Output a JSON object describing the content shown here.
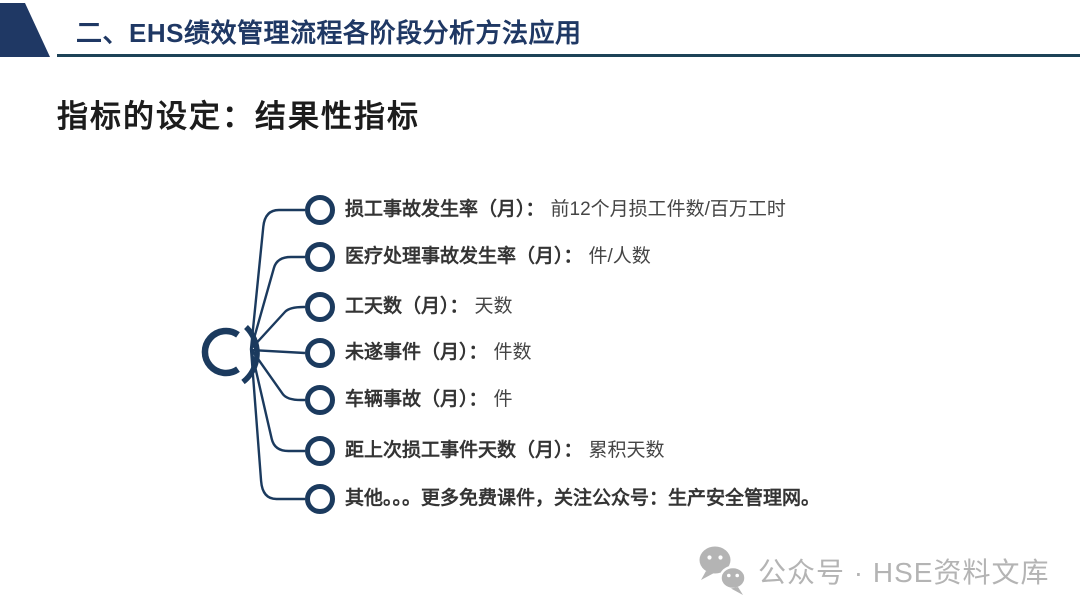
{
  "header": {
    "title": "二、EHS绩效管理流程各阶段分析方法应用"
  },
  "subtitle": "指标的设定：结果性指标",
  "diagram": {
    "hub_icon": "cycle-arcs-icon",
    "bullet_icon": "ring-circle-icon",
    "items": [
      {
        "label": "损工事故发生率（月）：",
        "value": "前12个月损工件数/百万工时"
      },
      {
        "label": "医疗处理事故发生率（月）：",
        "value": "件/人数"
      },
      {
        "label": "工天数（月）：",
        "value": "天数"
      },
      {
        "label": "未遂事件（月）：",
        "value": "件数"
      },
      {
        "label": "车辆事故（月）：",
        "value": "件"
      },
      {
        "label": "距上次损工事件天数（月）：",
        "value": "累积天数"
      },
      {
        "label": "其他。。。更多免费课件，关注公众号：生产安全管理网。",
        "value": ""
      }
    ]
  },
  "watermark": {
    "icon": "wechat-icon",
    "text": "公众号 · HSE资料文库"
  },
  "colors": {
    "navy": "#1b3a5e",
    "header_navy": "#1f3864",
    "underline": "#1d4257",
    "text_dark": "#343434",
    "watermark_gray": "#b4b4b4"
  }
}
